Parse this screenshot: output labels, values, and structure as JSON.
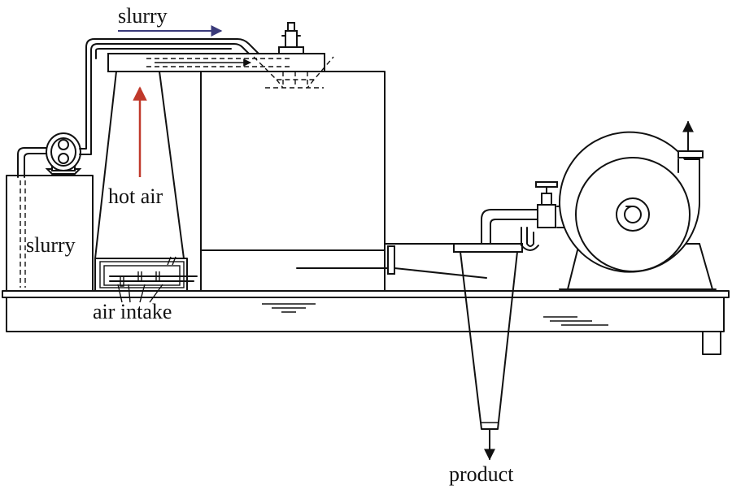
{
  "labels": {
    "slurry_top": "slurry",
    "hot_air": "hot air",
    "slurry_tank": "slurry",
    "air_intake": "air intake",
    "product": "product"
  },
  "colors": {
    "line": "#111111",
    "slurry_arrow": "#3a3a7a",
    "hot_air_arrow": "#c0392b"
  }
}
